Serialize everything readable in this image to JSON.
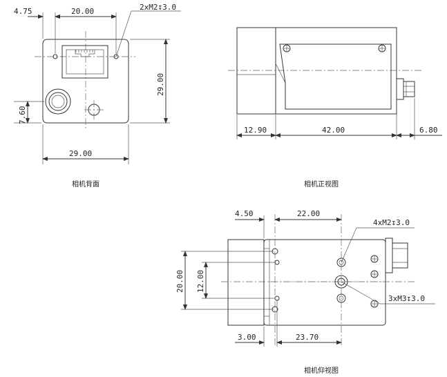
{
  "back_view": {
    "caption": "相机背面",
    "dims": {
      "left_offset": "4.75",
      "hole_spacing": "20.00",
      "height": "29.00",
      "bottom_offset": "7.60",
      "width": "29.00"
    },
    "hole_callout": "2xM2↧3.0"
  },
  "front_view": {
    "caption": "相机正视图",
    "dims": {
      "lens_mount": "12.90",
      "body_length": "42.00",
      "connector": "6.80"
    }
  },
  "bottom_view": {
    "caption": "相机仰视图",
    "dims": {
      "top_left": "4.50",
      "top_spacing": "22.00",
      "outer_height": "20.00",
      "inner_height": "12.00",
      "bottom_left": "3.00",
      "bottom_spacing": "23.70"
    },
    "callout_m2": "4xM2↧3.0",
    "callout_m3": "3xM3↧3.0"
  }
}
